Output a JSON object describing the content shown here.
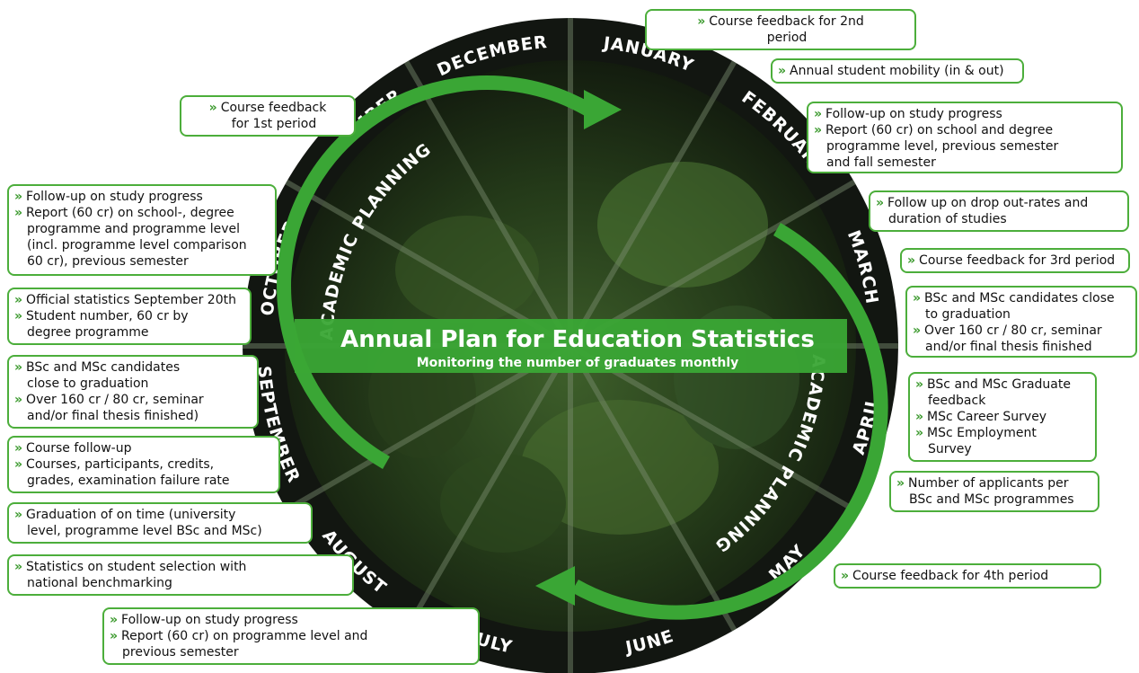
{
  "colors": {
    "green": "#4cae3b",
    "accent": "#3aa635",
    "wheel_dark": "#141a12",
    "leaf": "#2f4a22"
  },
  "title": "Annual Plan for Education Statistics",
  "subtitle": "Monitoring the number of graduates monthly",
  "cycle_labels": [
    "ACADEMIC PLANNING",
    "ACADEMIC PLANNING"
  ],
  "months": [
    "JANUARY",
    "FEBRUARY",
    "MARCH",
    "APRIL",
    "MAY",
    "JUNE",
    "JULY",
    "AUGUST",
    "SEPTEMBER",
    "OCTOBER",
    "NOVEMBER",
    "DECEMBER"
  ],
  "notes": {
    "january_a": [
      {
        "b": true,
        "t": "Course feedback for 2nd"
      },
      {
        "b": false,
        "t": "period"
      }
    ],
    "january_b": [
      {
        "b": true,
        "t": "Annual student mobility (in & out)"
      }
    ],
    "february": [
      {
        "b": true,
        "t": "Follow-up on study progress"
      },
      {
        "b": true,
        "t": "Report (60 cr) on school and degree"
      },
      {
        "b": false,
        "t": "programme level, previous semester"
      },
      {
        "b": false,
        "t": "and fall semester"
      }
    ],
    "march_a": [
      {
        "b": true,
        "t": "Follow up on drop out-rates and"
      },
      {
        "b": false,
        "t": "duration of studies"
      }
    ],
    "march_b": [
      {
        "b": true,
        "t": "Course feedback for 3rd period"
      }
    ],
    "march_c": [
      {
        "b": true,
        "t": "BSc and MSc candidates close"
      },
      {
        "b": false,
        "t": "to graduation"
      },
      {
        "b": true,
        "t": "Over 160 cr / 80 cr, seminar"
      },
      {
        "b": false,
        "t": "and/or final thesis finished"
      }
    ],
    "april_a": [
      {
        "b": true,
        "t": "BSc and MSc Graduate"
      },
      {
        "b": false,
        "t": "feedback"
      },
      {
        "b": true,
        "t": "MSc Career Survey"
      },
      {
        "b": true,
        "t": "MSc Employment"
      },
      {
        "b": false,
        "t": "Survey"
      }
    ],
    "april_b": [
      {
        "b": true,
        "t": "Number of applicants per"
      },
      {
        "b": false,
        "t": "BSc and MSc programmes"
      }
    ],
    "may": [
      {
        "b": true,
        "t": "Course feedback for 4th period"
      }
    ],
    "july": [
      {
        "b": true,
        "t": "Follow-up on study progress"
      },
      {
        "b": true,
        "t": "Report (60 cr) on programme level and"
      },
      {
        "b": false,
        "t": "previous semester"
      }
    ],
    "august_a": [
      {
        "b": true,
        "t": "Statistics on student selection with"
      },
      {
        "b": false,
        "t": "national benchmarking"
      }
    ],
    "august_b": [
      {
        "b": true,
        "t": "Graduation of on time (university"
      },
      {
        "b": false,
        "t": "level, programme level BSc and MSc)"
      }
    ],
    "september_a": [
      {
        "b": true,
        "t": "Course follow-up"
      },
      {
        "b": true,
        "t": "Courses, participants, credits,"
      },
      {
        "b": false,
        "t": "grades, examination failure rate"
      }
    ],
    "september_b": [
      {
        "b": true,
        "t": "BSc and MSc candidates"
      },
      {
        "b": false,
        "t": "close to graduation"
      },
      {
        "b": true,
        "t": "Over 160 cr / 80 cr, seminar"
      },
      {
        "b": false,
        "t": "and/or final thesis finished)"
      }
    ],
    "october_a": [
      {
        "b": true,
        "t": "Official statistics September 20th"
      },
      {
        "b": true,
        "t": "Student number, 60 cr by"
      },
      {
        "b": false,
        "t": "degree programme"
      }
    ],
    "october_b": [
      {
        "b": true,
        "t": "Follow-up on study progress"
      },
      {
        "b": true,
        "t": "Report (60 cr) on school-, degree"
      },
      {
        "b": false,
        "t": "programme and programme level"
      },
      {
        "b": false,
        "t": "(incl. programme level comparison"
      },
      {
        "b": false,
        "t": "60 cr), previous semester"
      }
    ],
    "november": [
      {
        "b": true,
        "t": "Course feedback"
      },
      {
        "b": false,
        "t": "for 1st period"
      }
    ]
  }
}
